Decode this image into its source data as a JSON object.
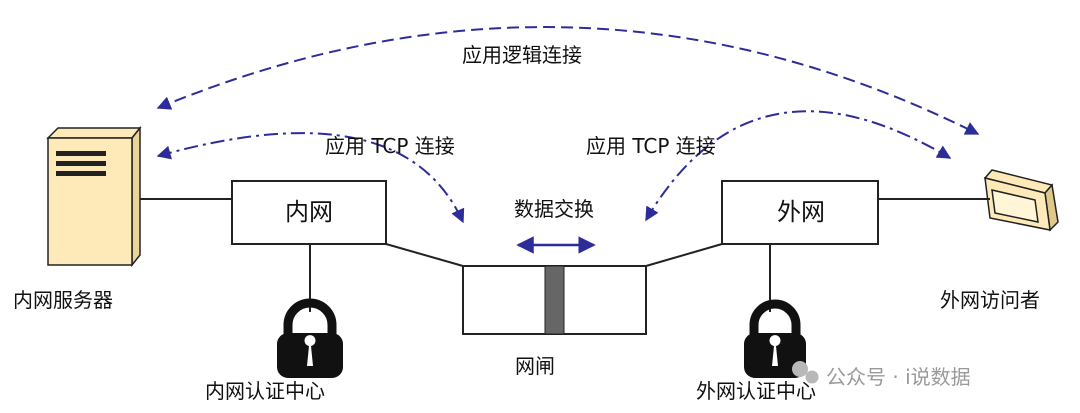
{
  "labels": {
    "app_logic_connection": "应用逻辑连接",
    "app_tcp_left": "应用 TCP 连接",
    "app_tcp_right": "应用 TCP 连接",
    "data_exchange": "数据交换",
    "intranet": "内网",
    "extranet": "外网",
    "intranet_server": "内网服务器",
    "extranet_visitor": "外网访问者",
    "gateway": "网闸",
    "intranet_auth": "内网认证中心",
    "extranet_auth": "外网认证中心"
  },
  "watermark": {
    "text": "公众号 · i说数据"
  },
  "colors": {
    "arrow": "#2d2d9a",
    "server": "#fdeab8",
    "divider": "#666666",
    "line": "#222222"
  }
}
